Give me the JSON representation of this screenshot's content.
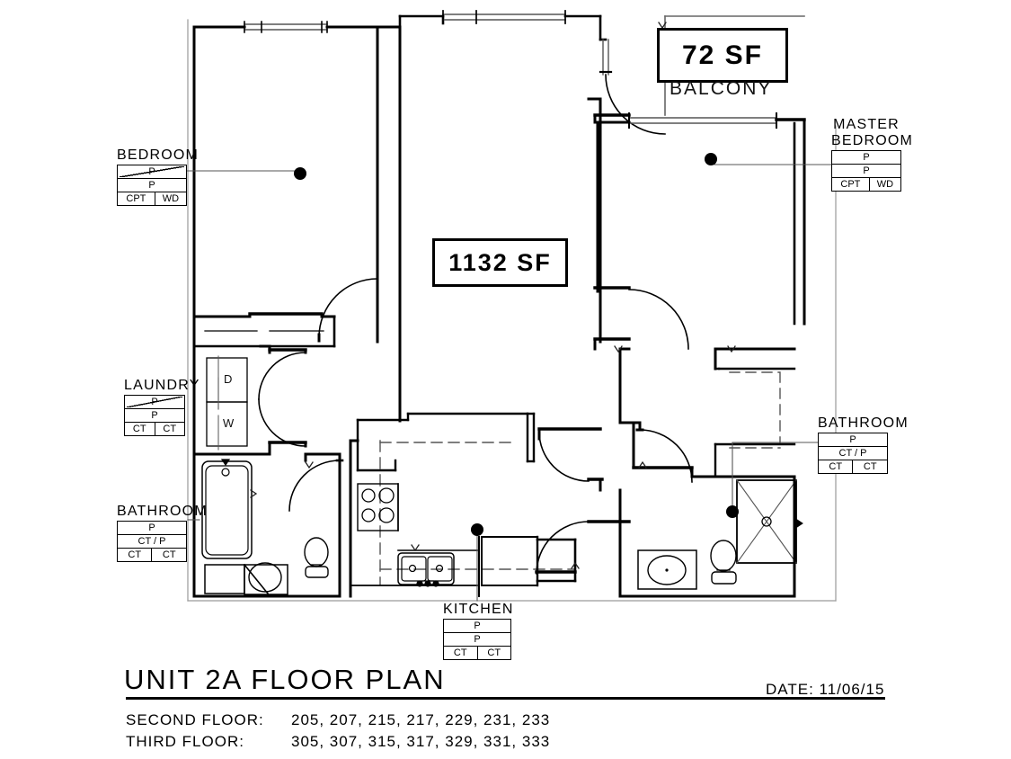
{
  "drawing": {
    "title": "UNIT 2A  FLOOR PLAN",
    "date_label": "DATE: 11/06/15",
    "unit_area": "1132 SF",
    "balcony_area": "72 SF",
    "balcony_label": "BALCONY"
  },
  "floors": [
    {
      "label": "SECOND FLOOR:",
      "units": "205, 207, 215, 217, 229, 231, 233"
    },
    {
      "label": "THIRD FLOOR:",
      "units": "305, 307, 315, 317, 329, 331, 333"
    }
  ],
  "rooms": [
    {
      "key": "bedroom",
      "name": "BEDROOM",
      "row1": "P",
      "row1_strike": true,
      "row2": "P",
      "row3_left": "CPT",
      "row3_right": "WD"
    },
    {
      "key": "master_bedroom",
      "name_line1": "MASTER",
      "name_line2": "BEDROOM",
      "row1": "P",
      "row1_strike": false,
      "row2": "P",
      "row3_left": "CPT",
      "row3_right": "WD"
    },
    {
      "key": "laundry",
      "name": "LAUNDRY",
      "row1": "P",
      "row1_strike": true,
      "row2": "P",
      "row3_left": "CT",
      "row3_right": "CT"
    },
    {
      "key": "bathroom_left",
      "name": "BATHROOM",
      "row1": "P",
      "row1_strike": false,
      "row2": "CT / P",
      "row3_left": "CT",
      "row3_right": "CT"
    },
    {
      "key": "bathroom_right",
      "name": "BATHROOM",
      "row1": "P",
      "row1_strike": false,
      "row2": "CT / P",
      "row3_left": "CT",
      "row3_right": "CT"
    },
    {
      "key": "kitchen",
      "name": "KITCHEN",
      "row1": "P",
      "row1_strike": false,
      "row2": "P",
      "row3_left": "CT",
      "row3_right": "CT"
    }
  ],
  "fixtures": {
    "dryer_label": "D",
    "washer_label": "W"
  },
  "colors": {
    "ink": "#000000",
    "paper": "#ffffff",
    "thin_line": "#3a3a3a"
  }
}
